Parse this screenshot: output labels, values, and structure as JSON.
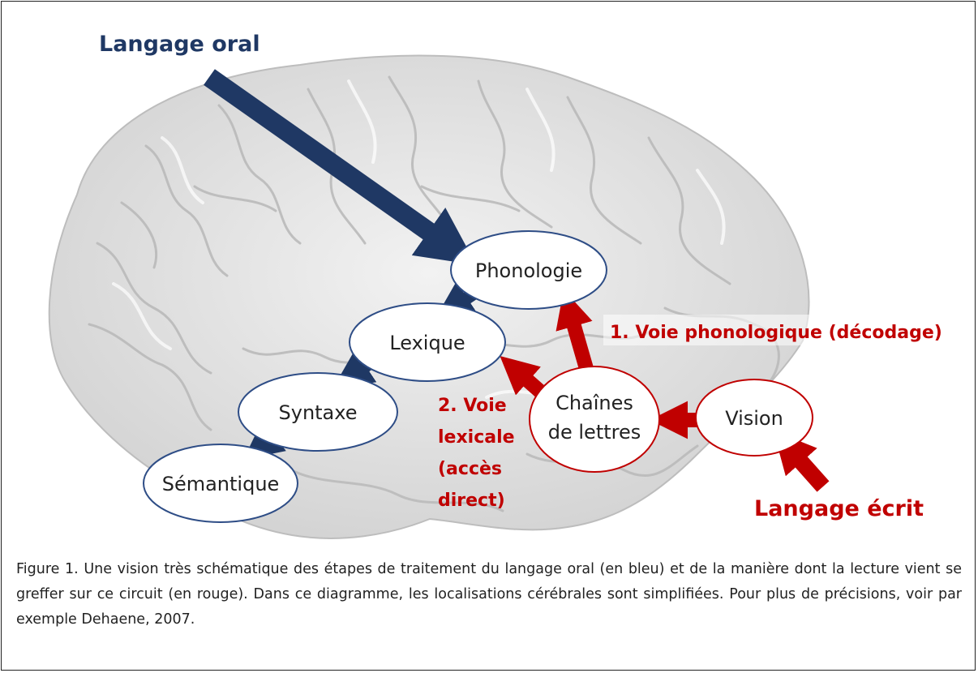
{
  "figure": {
    "inputs": {
      "oral": "Langage oral",
      "written": "Langage écrit"
    },
    "nodes": {
      "phonologie": "Phonologie",
      "lexique": "Lexique",
      "syntaxe": "Syntaxe",
      "semantique": "Sémantique",
      "chaines_line1": "Chaînes",
      "chaines_line2": "de lettres",
      "vision": "Vision"
    },
    "pathways": {
      "phonological": "1. Voie phonologique (décodage)",
      "lexical_lines": [
        "2. Voie",
        "lexicale",
        "(accès",
        "direct)"
      ]
    },
    "caption": "Figure 1. Une vision très schématique des étapes de traitement du langage oral (en bleu) et de la manière dont la lecture vient se greffer sur ce circuit (en rouge). Dans ce diagramme, les localisations cérébrales sont simplifiées. Pour plus de précisions, voir par exemple Dehaene, 2007."
  },
  "colors": {
    "oral_pathway": "#1f3864",
    "written_pathway": "#c00000",
    "brain": "#e3e3e3"
  }
}
